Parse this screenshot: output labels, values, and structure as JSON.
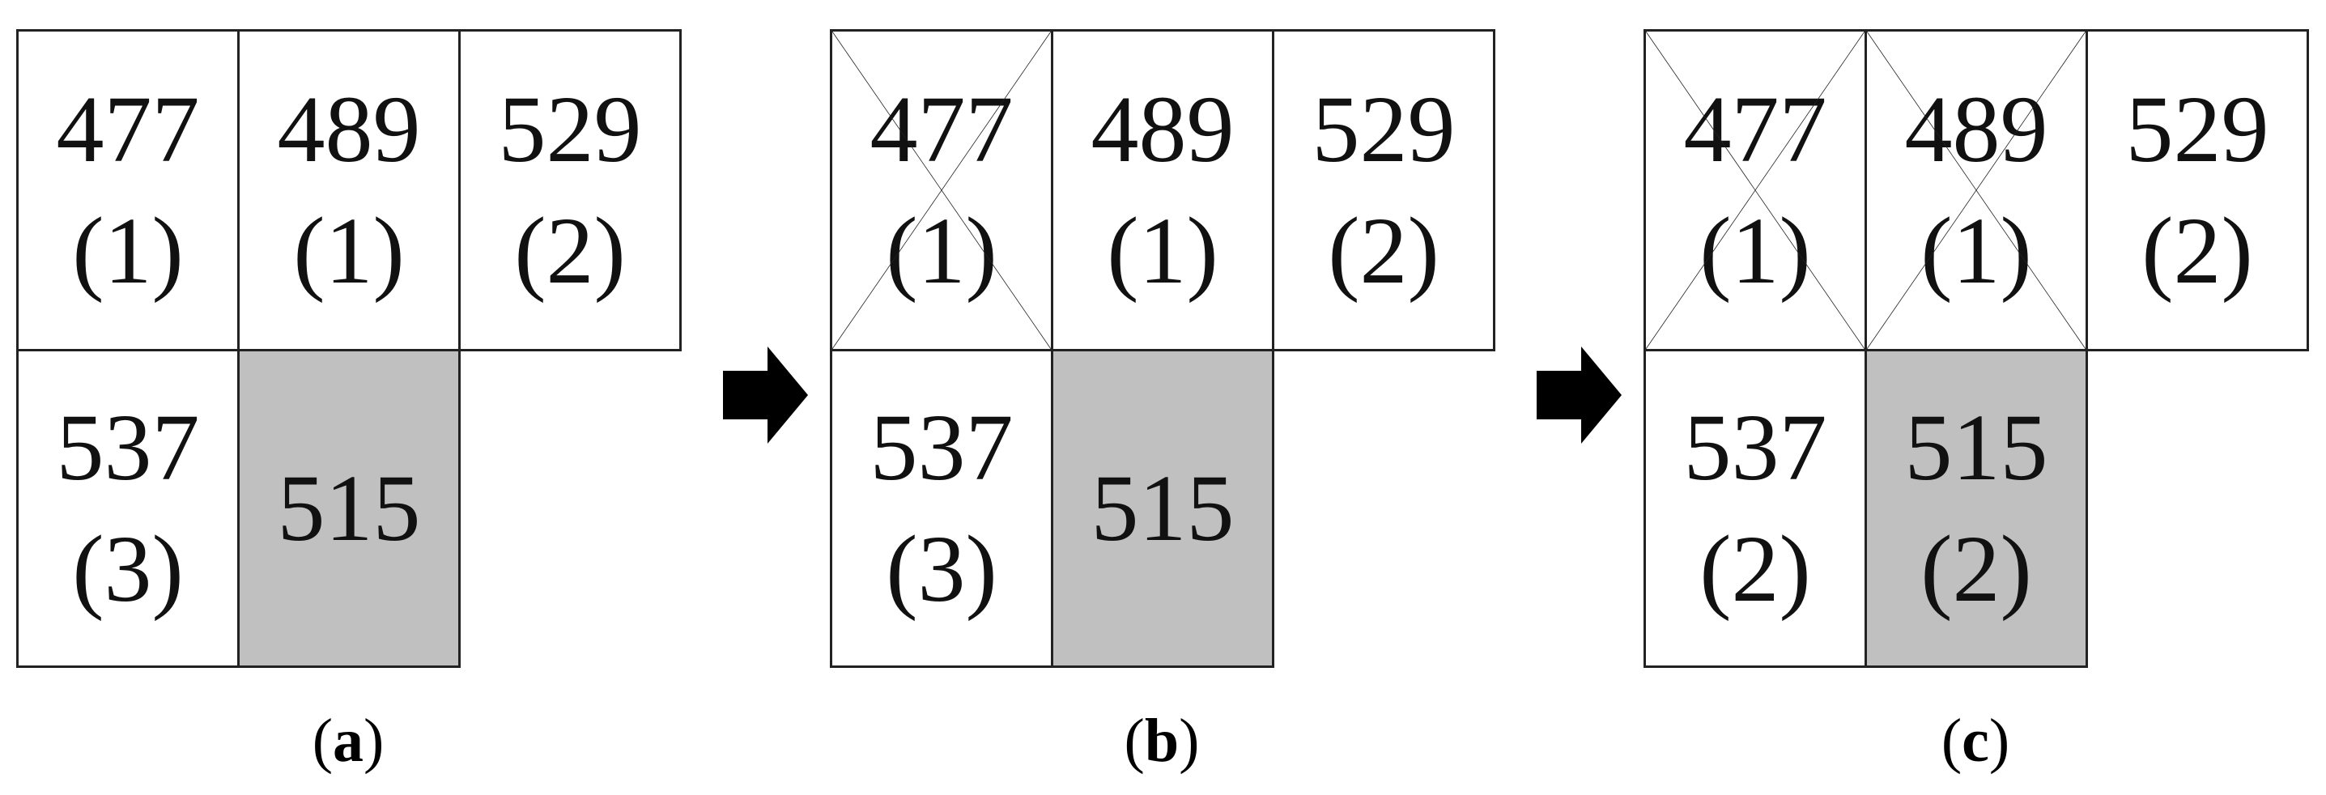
{
  "colors": {
    "border": "#222222",
    "shaded_cell": "#c0c0c0",
    "arrow": "#000000"
  },
  "panels": [
    {
      "caption_letter": "a",
      "cells": [
        {
          "value": "477",
          "count": "(1)",
          "crossed": false,
          "shaded": false
        },
        {
          "value": "489",
          "count": "(1)",
          "crossed": false,
          "shaded": false
        },
        {
          "value": "529",
          "count": "(2)",
          "crossed": false,
          "shaded": false
        },
        {
          "value": "537",
          "count": "(3)",
          "crossed": false,
          "shaded": false
        },
        {
          "value": "515",
          "count": "",
          "crossed": false,
          "shaded": true
        }
      ]
    },
    {
      "caption_letter": "b",
      "cells": [
        {
          "value": "477",
          "count": "(1)",
          "crossed": true,
          "shaded": false
        },
        {
          "value": "489",
          "count": "(1)",
          "crossed": false,
          "shaded": false
        },
        {
          "value": "529",
          "count": "(2)",
          "crossed": false,
          "shaded": false
        },
        {
          "value": "537",
          "count": "(3)",
          "crossed": false,
          "shaded": false
        },
        {
          "value": "515",
          "count": "",
          "crossed": false,
          "shaded": true
        }
      ]
    },
    {
      "caption_letter": "c",
      "cells": [
        {
          "value": "477",
          "count": "(1)",
          "crossed": true,
          "shaded": false
        },
        {
          "value": "489",
          "count": "(1)",
          "crossed": true,
          "shaded": false
        },
        {
          "value": "529",
          "count": "(2)",
          "crossed": false,
          "shaded": false
        },
        {
          "value": "537",
          "count": "(2)",
          "crossed": false,
          "shaded": false
        },
        {
          "value": "515",
          "count": "(2)",
          "crossed": false,
          "shaded": true
        }
      ]
    }
  ]
}
